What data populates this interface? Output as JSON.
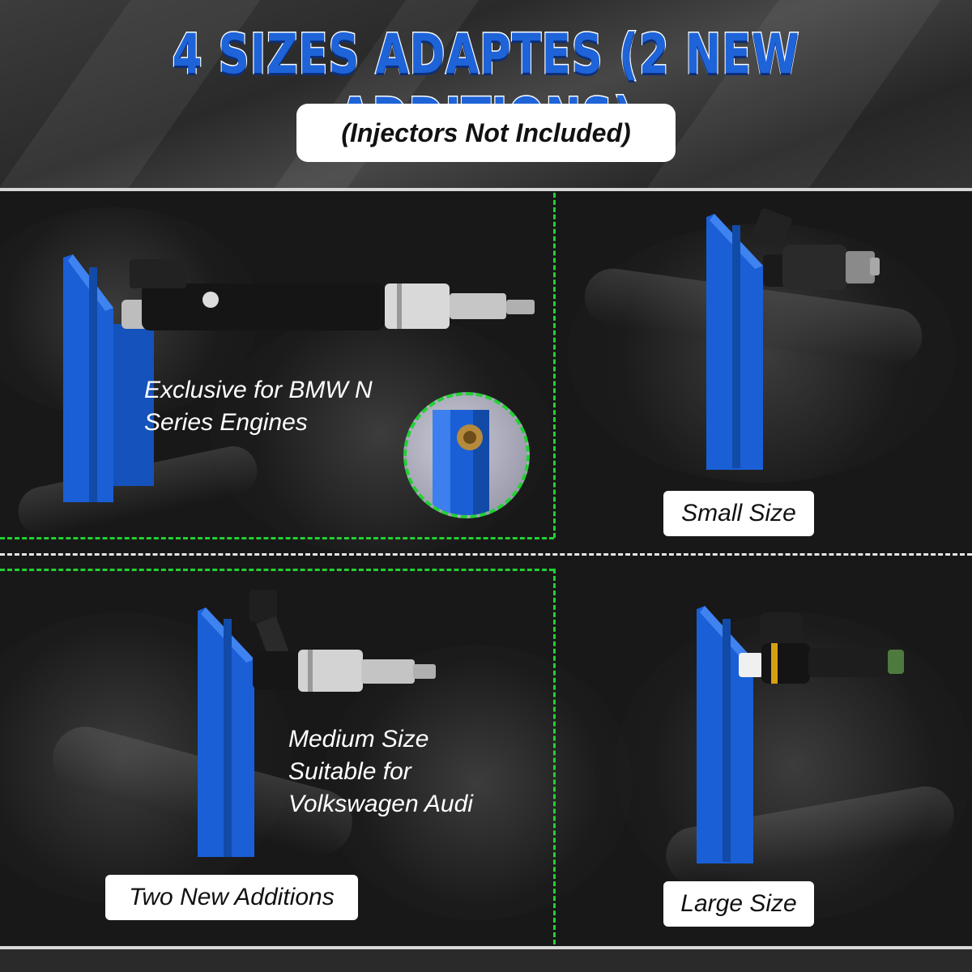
{
  "header": {
    "title": "4 SIZES ADAPTES (2 NEW ADDITIONS)",
    "subtitle": "(Injectors Not Included)"
  },
  "panels": {
    "bmw": {
      "text_line1": "Exclusive for BMW N",
      "text_line2": "Series Engines"
    },
    "small": {
      "label": "Small Size"
    },
    "medium": {
      "line1": "Medium Size",
      "line2": "Suitable for",
      "line3": "Volkswagen Audi",
      "label": "Two New Additions"
    },
    "large": {
      "label": "Large Size"
    }
  },
  "colors": {
    "adapter_blue": "#1a5fd6",
    "accent_green": "#22d133",
    "title_blue": "#1e63d8",
    "background": "#181818"
  },
  "icons": [
    "bmw-injector-image",
    "small-injector-image",
    "medium-injector-image",
    "large-injector-image",
    "brass-insert-detail"
  ]
}
